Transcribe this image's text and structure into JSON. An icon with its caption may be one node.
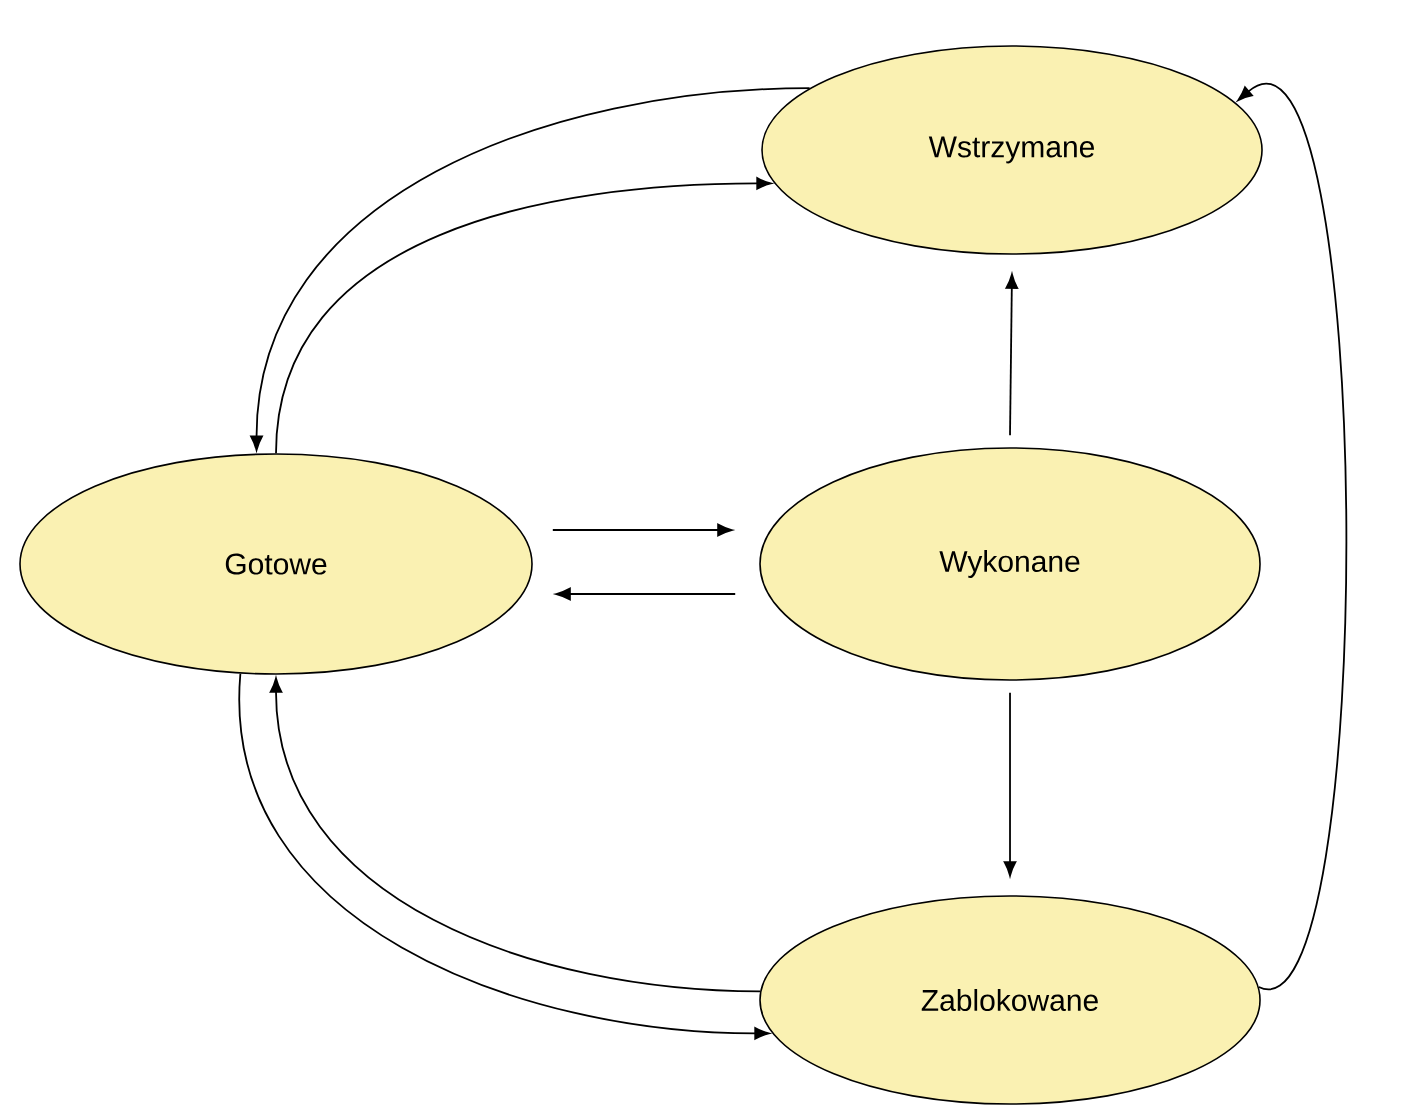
{
  "diagram": {
    "nodes": [
      {
        "text": [
          "Wstrzymane"
        ]
      },
      {
        "text": [
          "Gotowe"
        ]
      },
      {
        "text": [
          "Wykonane"
        ]
      },
      {
        "text": [
          "Zablokowane"
        ]
      }
    ],
    "edges": [
      {
        "from": 0,
        "to": 1,
        "arrow": "to"
      },
      {
        "from": 1,
        "to": 0,
        "arrow": "to"
      },
      {
        "from": 1,
        "to": 2,
        "arrow": "to"
      },
      {
        "from": 2,
        "to": 1,
        "arrow": "to"
      },
      {
        "from": 2,
        "to": 0,
        "arrow": "to"
      },
      {
        "from": 2,
        "to": 3,
        "arrow": "to"
      },
      {
        "from": 3,
        "to": 1,
        "arrow": "to"
      },
      {
        "from": 1,
        "to": 3,
        "arrow": "to"
      },
      {
        "from": 3,
        "to": 0,
        "arrow": "to"
      }
    ]
  }
}
